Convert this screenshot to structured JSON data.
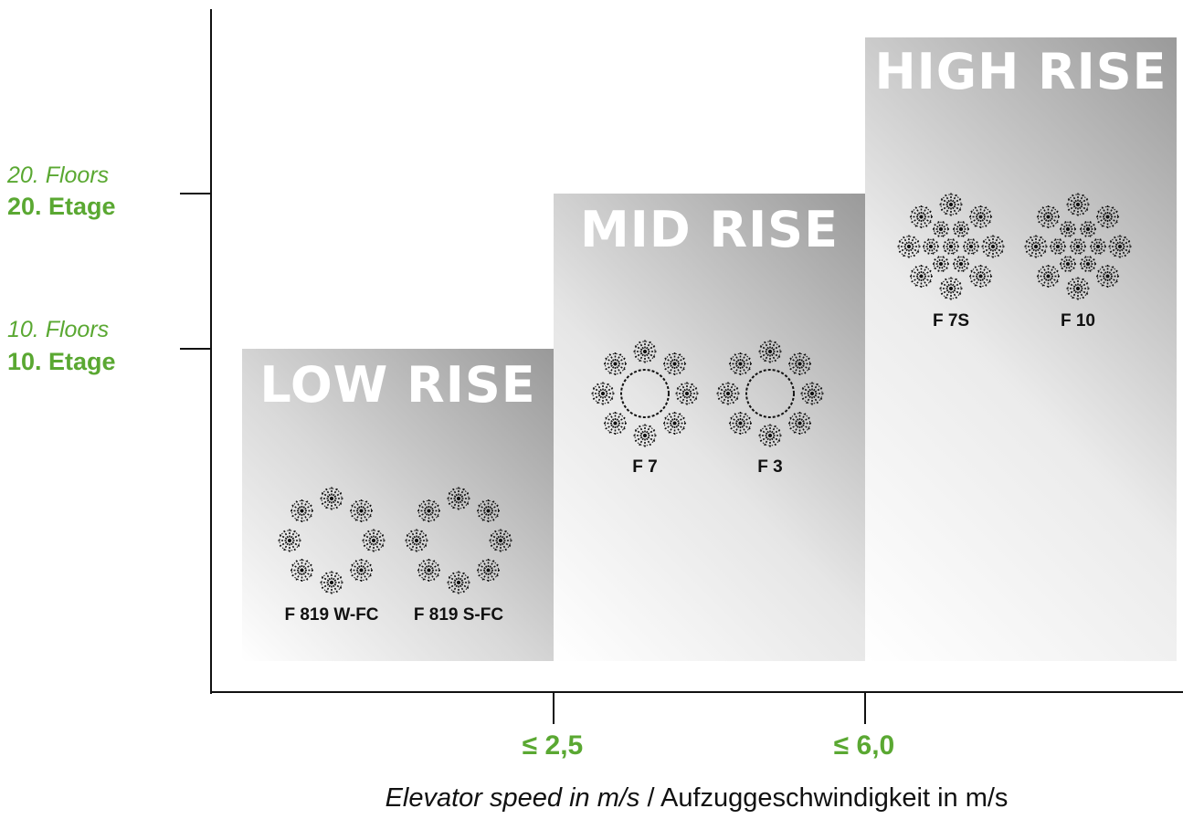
{
  "y_axis": {
    "ticks": [
      {
        "en": "20. Floors",
        "de": "20. Etage"
      },
      {
        "en": "10. Floors",
        "de": "10. Etage"
      }
    ]
  },
  "x_axis": {
    "ticks": [
      "≤ 2,5",
      "≤ 6,0"
    ],
    "title_en": "Elevator speed in m/s",
    "separator": " / ",
    "title_de": "Aufzuggeschwindigkeit in m/s"
  },
  "colors": {
    "accent": "#5aa832",
    "axis": "#111111",
    "panel_title": "#ffffff"
  },
  "categories": [
    {
      "title": "LOW RISE",
      "ropes": [
        {
          "label": "F 819 W-FC",
          "icon": "rope-cross-section-icon"
        },
        {
          "label": "F 819 S-FC",
          "icon": "rope-cross-section-icon"
        }
      ]
    },
    {
      "title": "MID RISE",
      "ropes": [
        {
          "label": "F 7",
          "icon": "rope-cross-section-icon"
        },
        {
          "label": "F 3",
          "icon": "rope-cross-section-icon"
        }
      ]
    },
    {
      "title": "HIGH RISE",
      "ropes": [
        {
          "label": "F 7S",
          "icon": "rope-cross-section-icon"
        },
        {
          "label": "F 10",
          "icon": "rope-cross-section-icon"
        }
      ]
    }
  ]
}
